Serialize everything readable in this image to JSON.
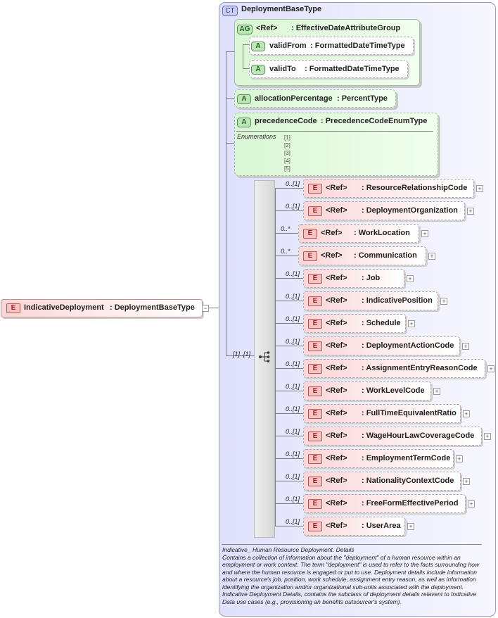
{
  "root": {
    "tag": "E",
    "name": "IndicativeDeployment",
    "type": ": DeploymentBaseType"
  },
  "complex_type": {
    "tag": "CT",
    "name": "DeploymentBaseType"
  },
  "attribute_group": {
    "tag": "AG",
    "ref": "<Ref>",
    "name": ": EffectiveDateAttributeGroup",
    "attributes": [
      {
        "tag": "A",
        "name": "validFrom",
        "type": ": FormattedDateTimeType"
      },
      {
        "tag": "A",
        "name": "validTo",
        "type": ": FormattedDateTimeType"
      }
    ]
  },
  "attributes": [
    {
      "tag": "A",
      "name": "allocationPercentage",
      "type": ": PercentType"
    },
    {
      "tag": "A",
      "name": "precedenceCode",
      "type": ": PrecedenceCodeEnumType",
      "enum_header": "Enumerations",
      "enumerations": [
        "[1]",
        "[2]",
        "[3]",
        "[4]",
        "[5]"
      ]
    }
  ],
  "sequence": {
    "multiplicity": "[1]..[1]"
  },
  "elements": [
    {
      "mult": "0..[1]",
      "tag": "E",
      "ref": "<Ref>",
      "name": ": ResourceRelationshipCode"
    },
    {
      "mult": "0..[1]",
      "tag": "E",
      "ref": "<Ref>",
      "name": ": DeploymentOrganization"
    },
    {
      "mult": "0..*",
      "tag": "E",
      "ref": "<Ref>",
      "name": ": WorkLocation"
    },
    {
      "mult": "0..*",
      "tag": "E",
      "ref": "<Ref>",
      "name": ": Communication"
    },
    {
      "mult": "0..[1]",
      "tag": "E",
      "ref": "<Ref>",
      "name": ": Job"
    },
    {
      "mult": "0..[1]",
      "tag": "E",
      "ref": "<Ref>",
      "name": ": IndicativePosition"
    },
    {
      "mult": "0..[1]",
      "tag": "E",
      "ref": "<Ref>",
      "name": ": Schedule"
    },
    {
      "mult": "0..[1]",
      "tag": "E",
      "ref": "<Ref>",
      "name": ": DeploymentActionCode"
    },
    {
      "mult": "0..[1]",
      "tag": "E",
      "ref": "<Ref>",
      "name": ": AssignmentEntryReasonCode"
    },
    {
      "mult": "0..[1]",
      "tag": "E",
      "ref": "<Ref>",
      "name": ": WorkLevelCode"
    },
    {
      "mult": "0..[1]",
      "tag": "E",
      "ref": "<Ref>",
      "name": ": FullTimeEquivalentRatio"
    },
    {
      "mult": "0..[1]",
      "tag": "E",
      "ref": "<Ref>",
      "name": ": WageHourLawCoverageCode"
    },
    {
      "mult": "0..[1]",
      "tag": "E",
      "ref": "<Ref>",
      "name": ": EmploymentTermCode"
    },
    {
      "mult": "0..[1]",
      "tag": "E",
      "ref": "<Ref>",
      "name": ": NationalityContextCode"
    },
    {
      "mult": "0..[1]",
      "tag": "E",
      "ref": "<Ref>",
      "name": ": FreeFormEffectivePeriod"
    },
    {
      "mult": "0..[1]",
      "tag": "E",
      "ref": "<Ref>",
      "name": ": UserArea"
    }
  ],
  "expand_glyph": "+",
  "collapse_glyph": "−",
  "description": {
    "title": "Indicative_ Human Resource Deployment. Details",
    "body": "Contains a collection of information about the \"deployment\" of a human resource  within an employment or work context.  The term \"deployment\" is used to refer to the facts surrounding how and where the human resource is engaged or put to use. Deployment details include information about a resource's job, position, work schedule, assignment entry reason, as well as information identifying the organization and/or organizational sub-units associated with the deployment. Indicative Deployment Details, contains the subclass of deployment details relavent to Indicative Data use cases (e.g., provisioning an benefits outsourcer's system)."
  }
}
